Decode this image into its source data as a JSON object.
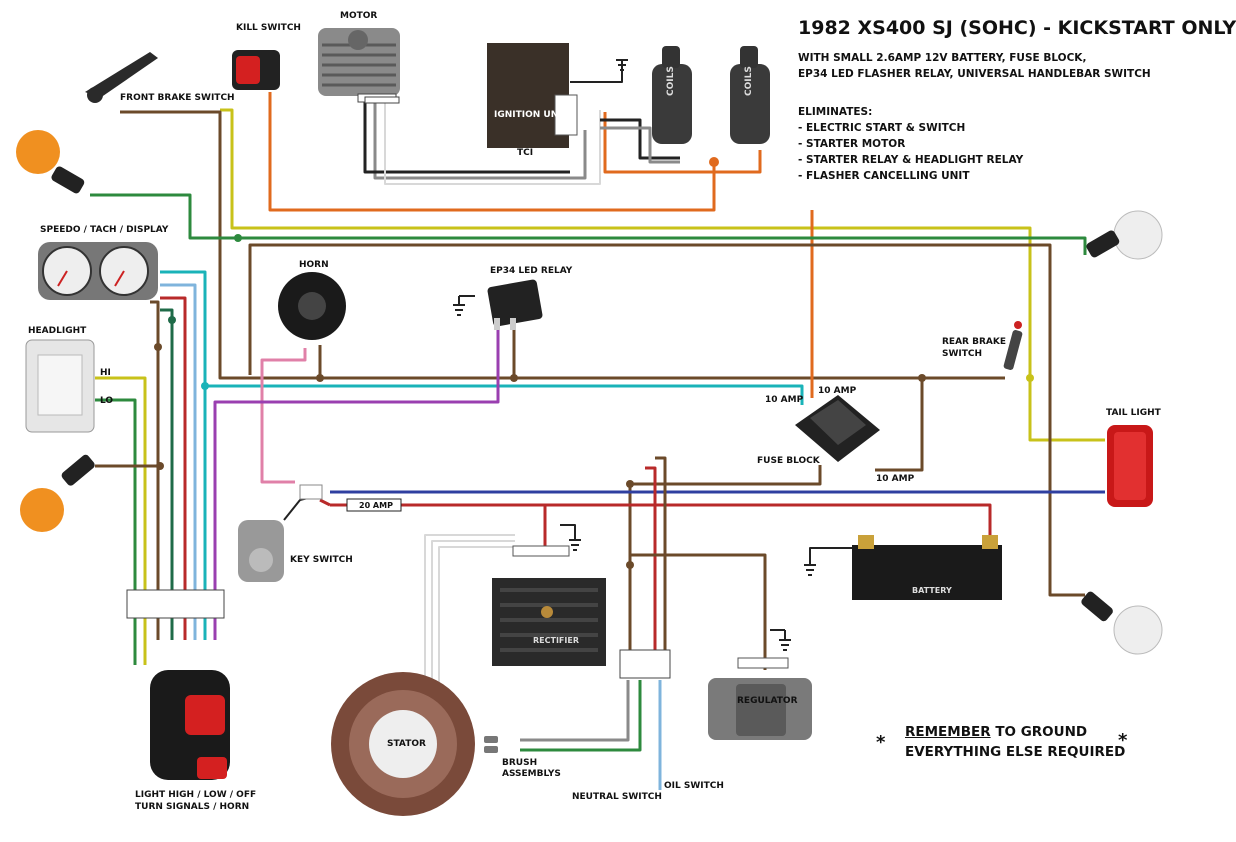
{
  "header": {
    "title": "1982 XS400 SJ (SOHC) - KICKSTART ONLY",
    "with_lines": [
      "WITH SMALL 2.6AMP 12V BATTERY, FUSE BLOCK,",
      "EP34 LED FLASHER RELAY, UNIVERSAL HANDLEBAR SWITCH"
    ],
    "eliminates_heading": "ELIMINATES:",
    "eliminates": [
      "- ELECTRIC START & SWITCH",
      "- STARTER MOTOR",
      "- STARTER RELAY & HEADLIGHT RELAY",
      "- FLASHER CANCELLING UNIT"
    ]
  },
  "components": {
    "kill_switch": "KILL SWITCH",
    "motor": "MOTOR",
    "front_brake_switch": "FRONT BRAKE SWITCH",
    "ignition_unit": "IGNITION UNIT",
    "tci": "TCI",
    "coils": "COILS",
    "speedo": "SPEEDO / TACH / DISPLAY",
    "horn": "HORN",
    "ep34_relay": "EP34 LED RELAY",
    "headlight": "HEADLIGHT",
    "hi": "HI",
    "lo": "LO",
    "rear_brake_switch_1": "REAR BRAKE",
    "rear_brake_switch_2": "SWITCH",
    "fuse_10amp_a": "10 AMP",
    "fuse_10amp_b": "10 AMP",
    "fuse_10amp_c": "10 AMP",
    "fuse_block": "FUSE BLOCK",
    "tail_light": "TAIL LIGHT",
    "fuse_20amp": "20 AMP",
    "key_switch": "KEY SWITCH",
    "battery": "BATTERY",
    "rectifier": "RECTIFIER",
    "regulator": "REGULATOR",
    "stator": "STATOR",
    "brush_1": "BRUSH",
    "brush_2": "ASSEMBLYS",
    "neutral_switch": "NEUTRAL SWITCH",
    "oil_switch": "OIL SWITCH",
    "handlebar_1": "LIGHT HIGH / LOW / OFF",
    "handlebar_2": "TURN SIGNALS / HORN"
  },
  "reminder": {
    "star": "*",
    "underlined": "REMEMBER",
    "line1_rest": " TO GROUND",
    "line2": "EVERYTHING ELSE REQUIRED"
  },
  "colors": {
    "brown": "#6b4a2a",
    "green": "#2d8a3e",
    "dark_green": "#1f6b48",
    "yellow": "#c8c21a",
    "orange": "#e06a1e",
    "red": "#b82a2a",
    "blue": "#2f3fa0",
    "cyan": "#1ab3b8",
    "pink": "#e080a8",
    "purple": "#9a3fb0",
    "light_blue": "#7fb4dc",
    "black": "#222222",
    "grey": "#8a8a8a",
    "white_wire": "#d8d8d8"
  }
}
